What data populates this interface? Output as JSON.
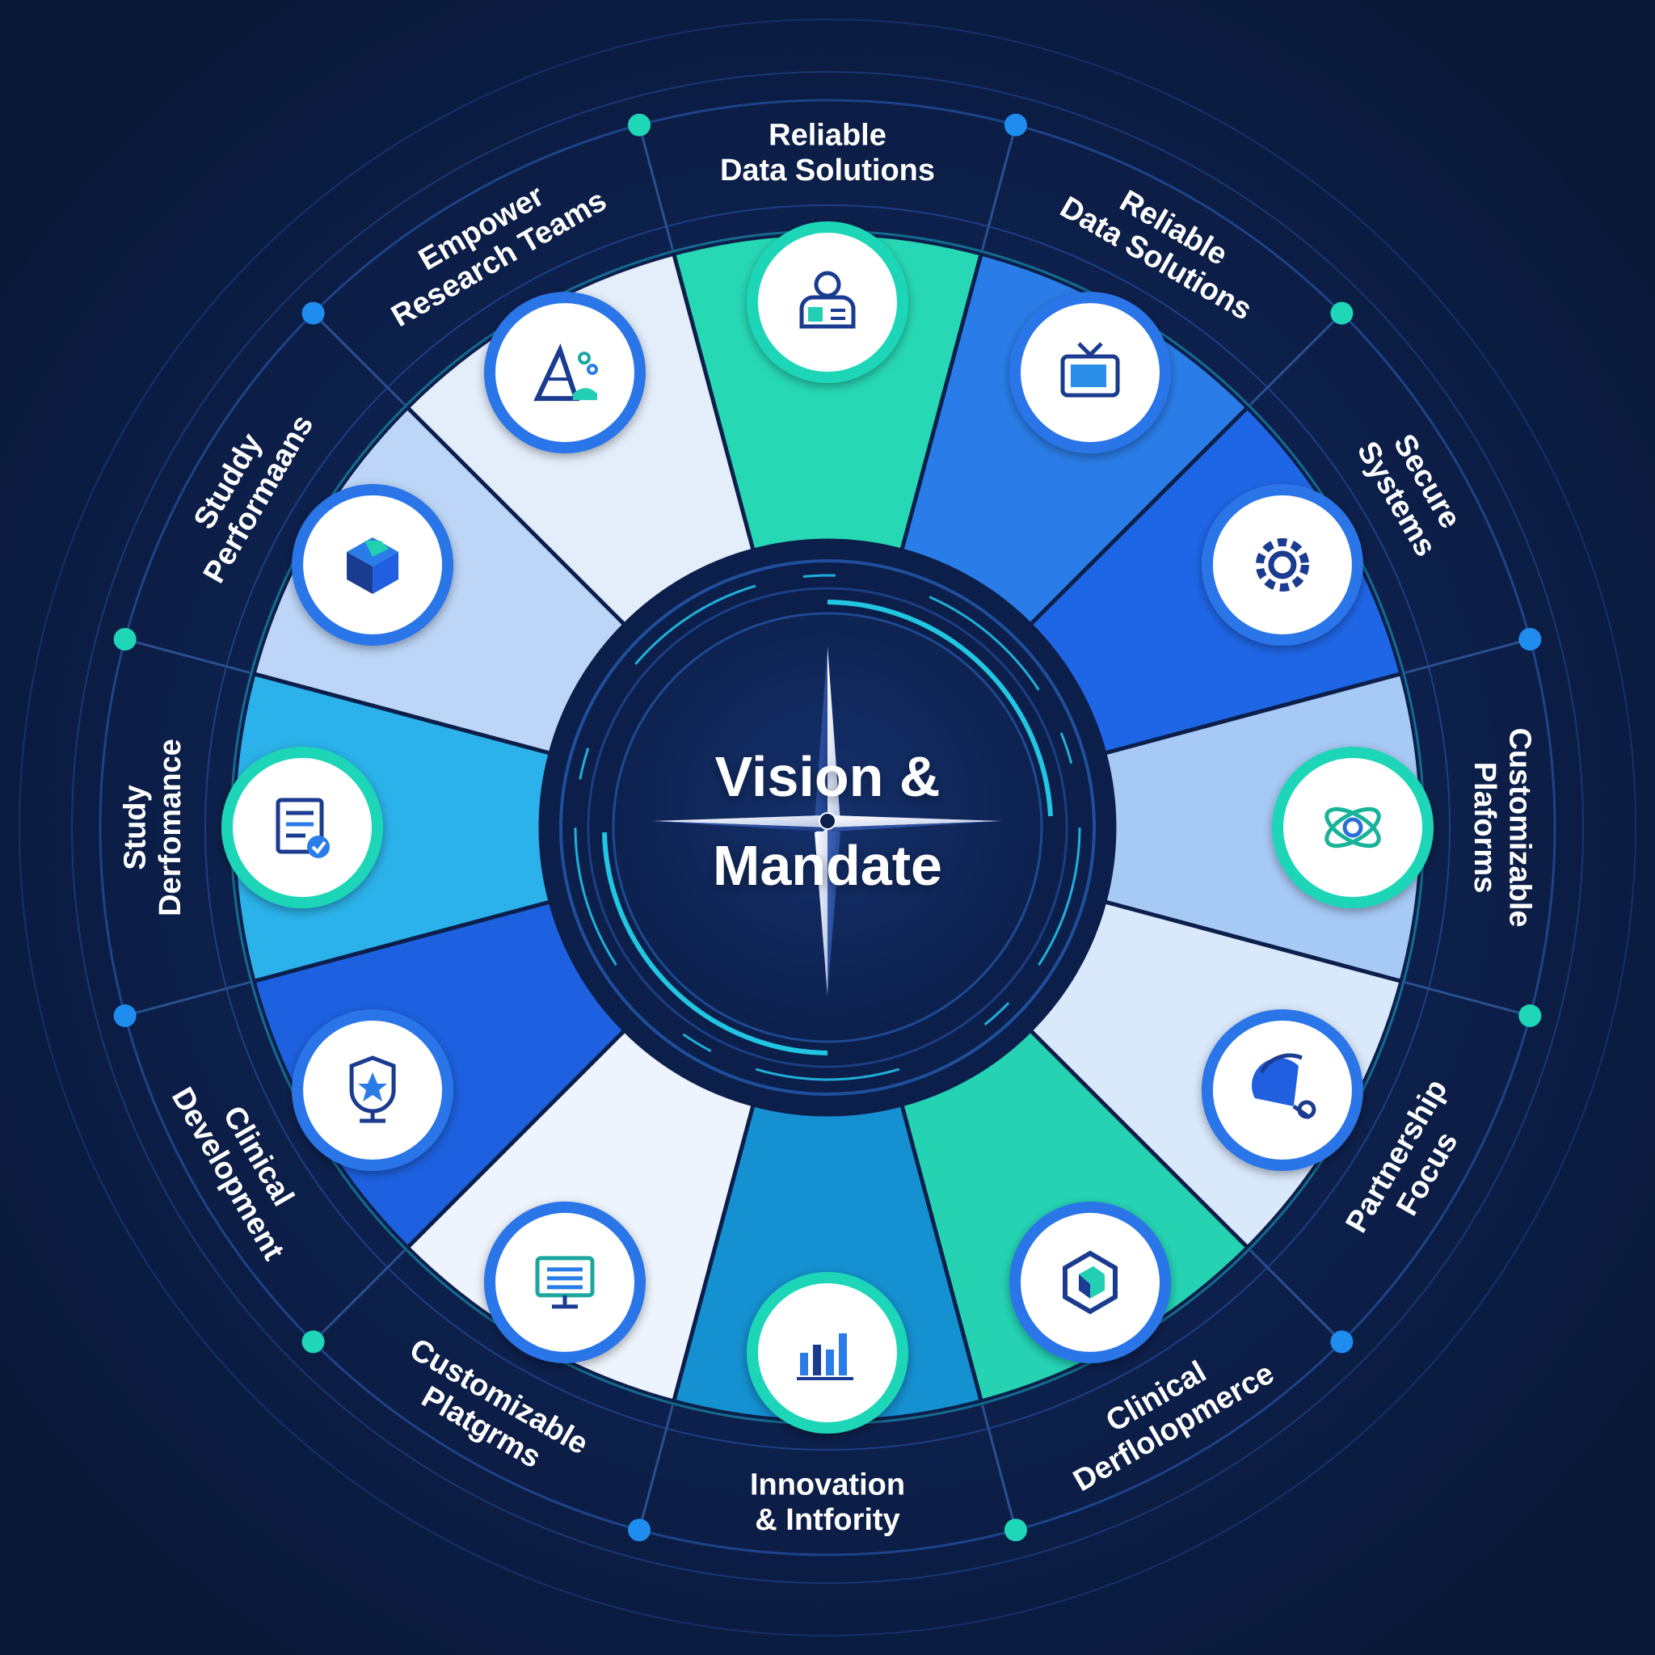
{
  "center": {
    "line1": "Vision &",
    "line2": "Mandate"
  },
  "colors": {
    "background": "#0c1e47",
    "ring_stroke": "#1c3f86",
    "accent_teal": "#1fd6b7",
    "accent_blue": "#1b66e8",
    "text_light": "#ffffff",
    "text_dark": "#0b1a3d"
  },
  "segments": [
    {
      "label": [
        "Reliable",
        "Data Solutions"
      ],
      "icon": "user-card-icon",
      "fill": "#27d8b4"
    },
    {
      "label": [
        "Reliable",
        "Data Solutions"
      ],
      "icon": "monitor-tv-icon",
      "fill": "#2a7de8"
    },
    {
      "label": [
        "Secure",
        "Systems"
      ],
      "icon": "gear-icon",
      "fill": "#1f66e6"
    },
    {
      "label": [
        "Customizable",
        "Plaforms"
      ],
      "icon": "atom-orbit-icon",
      "fill": "#a7c9f5"
    },
    {
      "label": [
        "Partnership",
        "Focus"
      ],
      "icon": "satellite-dish-icon",
      "fill": "#d9e8fb"
    },
    {
      "label": [
        "Clinical",
        "Derflolopmerce"
      ],
      "icon": "hexagon-box-icon",
      "fill": "#25d3b3"
    },
    {
      "label": [
        "Innovation",
        "& Intfority"
      ],
      "icon": "bar-chart-icon",
      "fill": "#1590d0"
    },
    {
      "label": [
        "Customizable",
        "Platgrms"
      ],
      "icon": "monitor-list-icon",
      "fill": "#eef4fd"
    },
    {
      "label": [
        "Clinical",
        "Development"
      ],
      "icon": "shield-trophy-icon",
      "fill": "#1d61e0"
    },
    {
      "label": [
        "Study",
        "Derfomance"
      ],
      "icon": "checklist-icon",
      "fill": "#2bb2ea"
    },
    {
      "label": [
        "Studdy",
        "Performaans"
      ],
      "icon": "cube-icon",
      "fill": "#bdd6f7"
    },
    {
      "label": [
        "Empower",
        "Research Teams"
      ],
      "icon": "lab-flask-icon",
      "fill": "#e4eefb"
    }
  ]
}
